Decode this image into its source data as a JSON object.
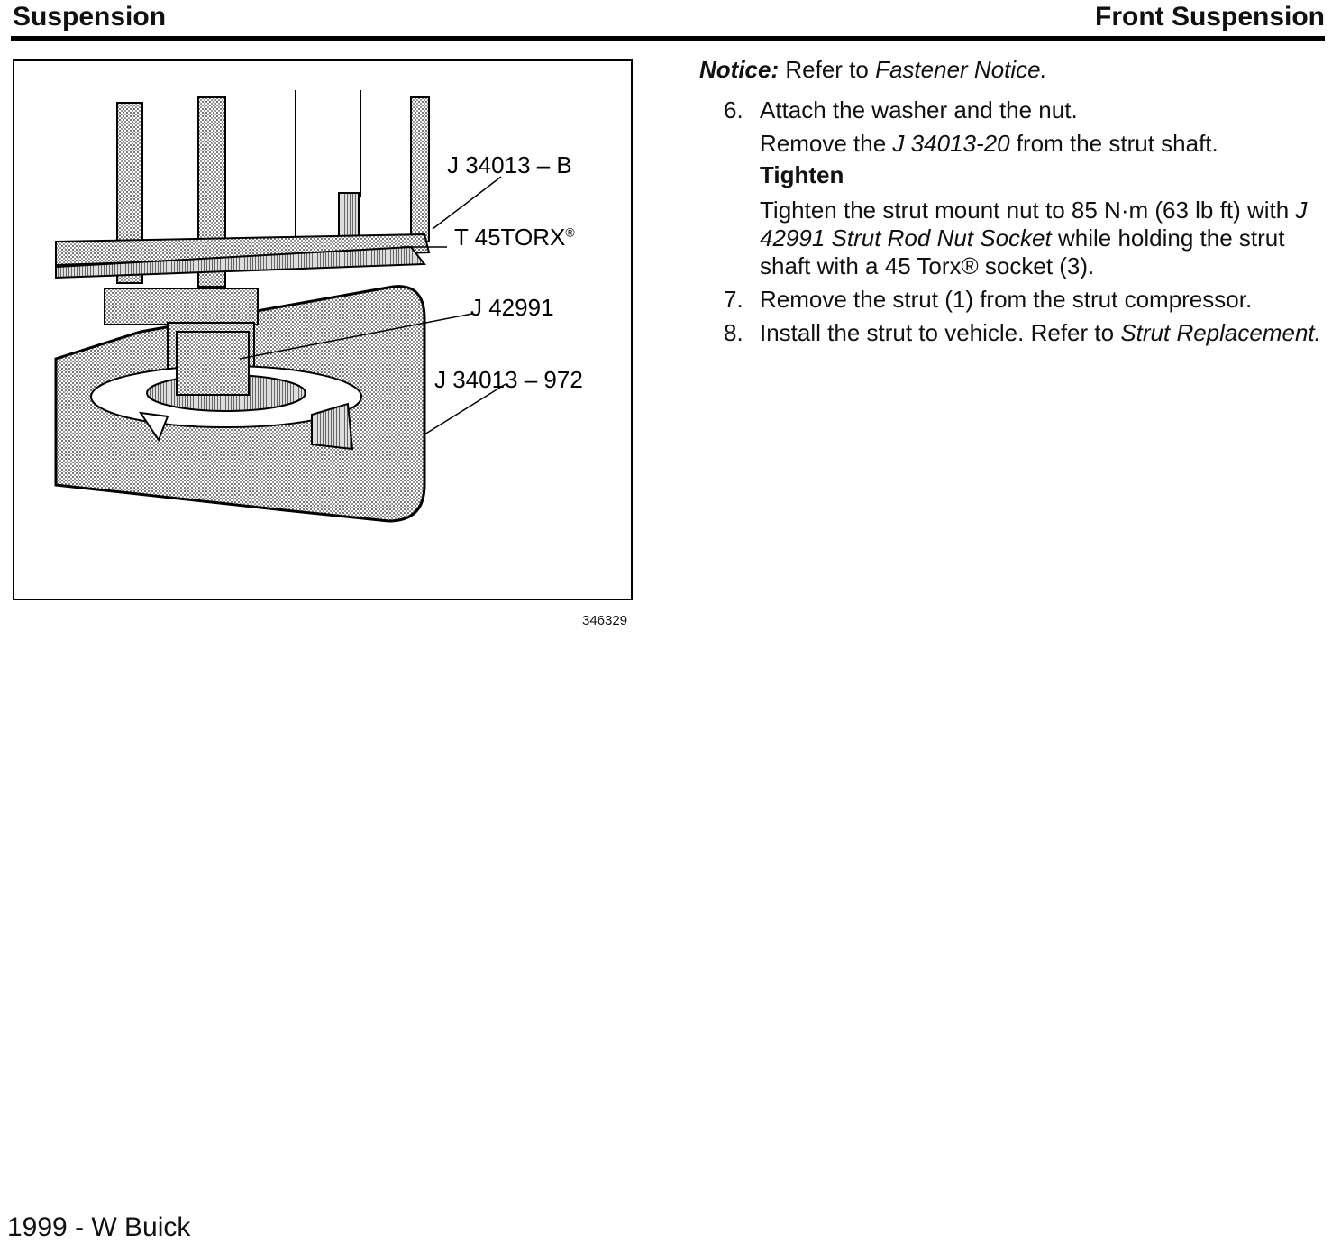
{
  "header": {
    "left_title": "Suspension",
    "right_title": "Front Suspension"
  },
  "figure": {
    "labels": {
      "tool_b": "J 34013 – B",
      "torx": "T 45TORX",
      "torx_mark": "®",
      "socket": "J 42991",
      "tool_972": "J 34013 – 972"
    },
    "figure_id": "346329"
  },
  "notice": {
    "label": "Notice:",
    "text_prefix": "Refer to",
    "link": "Fastener Notice."
  },
  "steps": {
    "s6": {
      "number": "6.",
      "text": "Attach the washer and the nut.",
      "remove_prefix": "Remove the",
      "remove_tool": "J 34013-20",
      "remove_suffix": "from the strut shaft.",
      "tighten_heading": "Tighten",
      "tighten_prefix": "Tighten the strut mount nut to 85 N·m (63 lb ft) with",
      "tighten_tool": "J 42991 Strut Rod Nut Socket",
      "tighten_suffix": "while holding the strut shaft with a 45 Torx® socket (3)."
    },
    "s7": {
      "number": "7.",
      "text": "Remove the strut (1) from the strut compressor."
    },
    "s8": {
      "number": "8.",
      "text_prefix": "Install the strut to vehicle. Refer to",
      "link": "Strut Replacement."
    }
  },
  "footer": {
    "text": "1999 - W Buick"
  }
}
